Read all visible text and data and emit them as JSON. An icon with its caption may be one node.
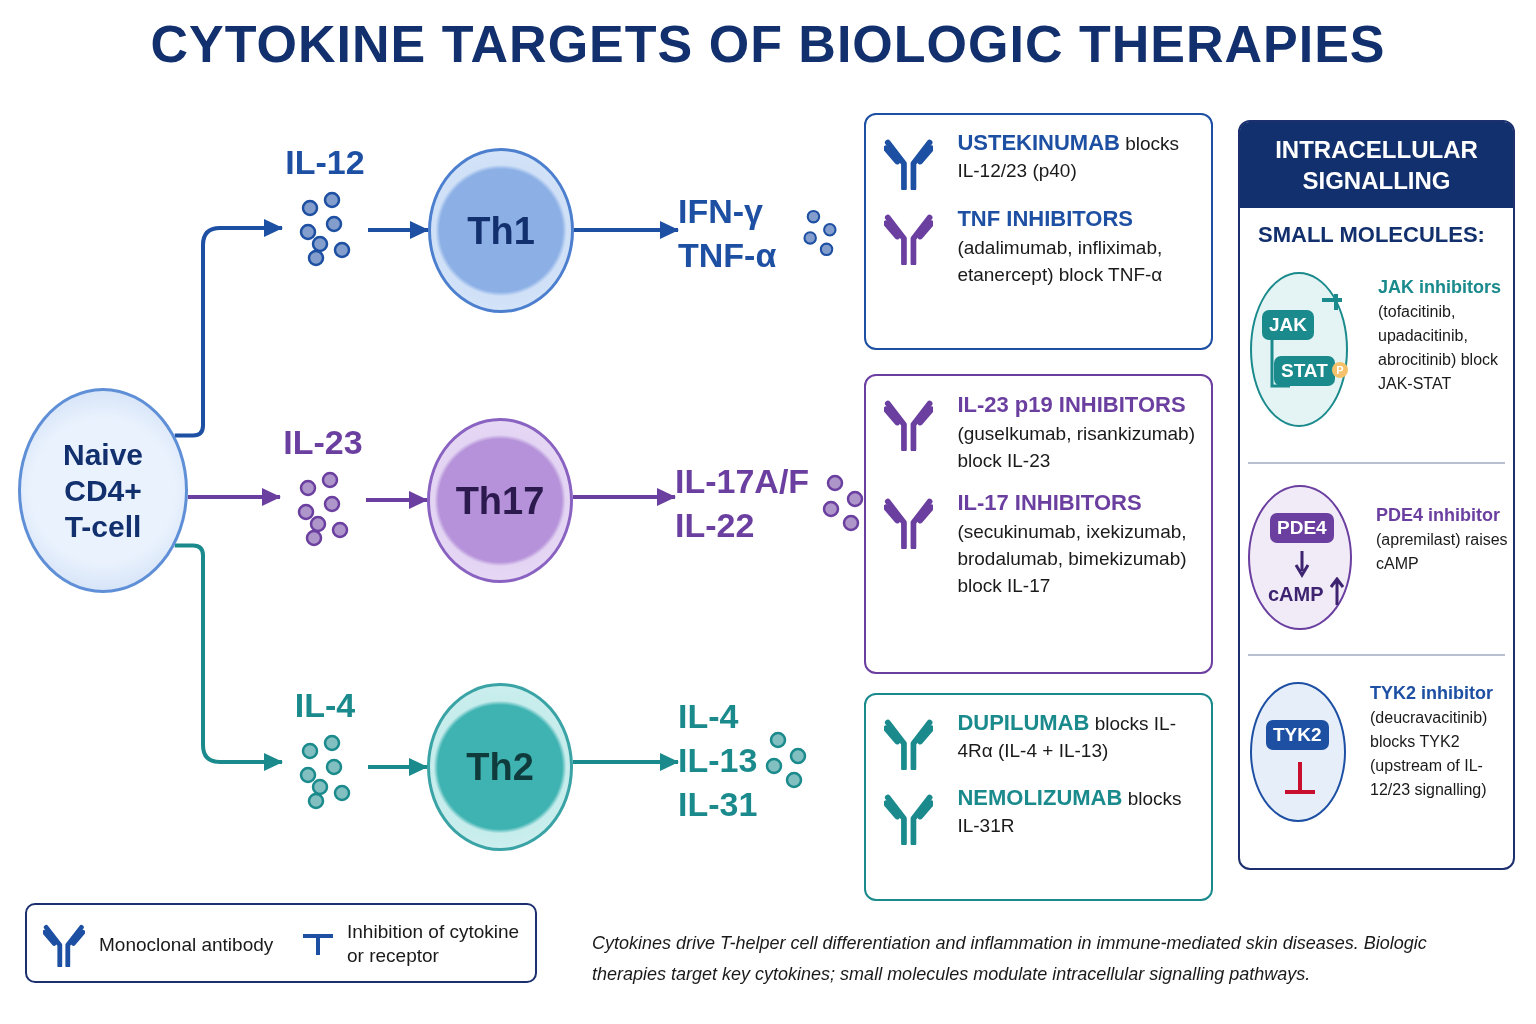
{
  "diagram": {
    "title": "CYTOKINE TARGETS OF BIOLOGIC THERAPIES",
    "caption": "Cytokines drive T-helper cell differentiation and inflammation in immune-mediated skin diseases. Biologic therapies target key cytokines; small molecules modulate intracellular signalling pathways.",
    "nodes": [
      {
        "text": [
          "Naive CD4+ T-cell"
        ]
      },
      {
        "text": [
          "IL-12"
        ]
      },
      {
        "text": [
          "Th1"
        ]
      },
      {
        "text": [
          "IFN-γ TNF-α"
        ]
      },
      {
        "text": [
          "IL-23"
        ]
      },
      {
        "text": [
          "Th17"
        ]
      },
      {
        "text": [
          "IL-17A/F IL-22"
        ]
      },
      {
        "text": [
          "IL-4"
        ]
      },
      {
        "text": [
          "Th2"
        ]
      },
      {
        "text": [
          "IL-4 IL-13 IL-31"
        ]
      },
      {
        "text": [
          "**USTEKINUMAB** blocks IL-12/23 (p40)",
          "TNF INHIBITORS",
          "(adalimumab, infliximab, etanercept) block TNF-α"
        ]
      },
      {
        "text": [
          "IL-23 p19 INHIBITORS",
          "(guselkumab, risankizumab) block IL-23",
          "IL-17 INHIBITORS",
          "(secukinumab, ixekizumab, brodalumab, bimekizumab) block IL-17"
        ]
      },
      {
        "text": [
          "**DUPILUMAB** blocks IL-4Rα (IL-4 + IL-13)",
          "**NEMOLIZUMAB** blocks IL-31R"
        ]
      },
      {
        "text": [
          "INTRACELLULAR SIGNALLING",
          "SMALL MOLECULES:"
        ]
      },
      {
        "text": [
          "JAK",
          "STAT",
          "P"
        ],
        "in": 13,
        "beside": [
          "JAK inhibitors",
          "(tofacitinib, upadacitinib, abrocitinib) block JAK-STAT"
        ]
      },
      {
        "text": [
          "PDE4",
          "cAMP"
        ],
        "in": 13,
        "beside": [
          "PDE4 inhibitor",
          "(apremilast) raises cAMP"
        ]
      },
      {
        "text": [
          "TYK2"
        ],
        "in": 13,
        "beside": [
          "TYK2 inhibitor",
          "(deucravacitinib) blocks TYK2 (upstream of IL-12/23 signalling)"
        ]
      }
    ],
    "edges": [
      {
        "from": 0,
        "to": 1,
        "arrow": "to",
        "color": "#1d4fa3"
      },
      {
        "from": 1,
        "to": 2,
        "arrow": "to",
        "color": "#1d4fa3"
      },
      {
        "from": 2,
        "to": 3,
        "arrow": "to",
        "color": "#1d4fa3"
      },
      {
        "from": 0,
        "to": 4,
        "arrow": "to",
        "color": "#6b3fa0"
      },
      {
        "from": 4,
        "to": 5,
        "arrow": "to",
        "color": "#6b3fa0"
      },
      {
        "from": 5,
        "to": 6,
        "arrow": "to",
        "color": "#6b3fa0"
      },
      {
        "from": 0,
        "to": 7,
        "arrow": "to",
        "color": "#1a8a8c"
      },
      {
        "from": 7,
        "to": 8,
        "arrow": "to",
        "color": "#1a8a8c"
      },
      {
        "from": 8,
        "to": 9,
        "arrow": "to",
        "color": "#1a8a8c"
      }
    ],
    "legend": [
      {
        "text": "Monoclonal antibody"
      },
      {
        "text": "Inhibition of cytokine or receptor"
      }
    ]
  }
}
